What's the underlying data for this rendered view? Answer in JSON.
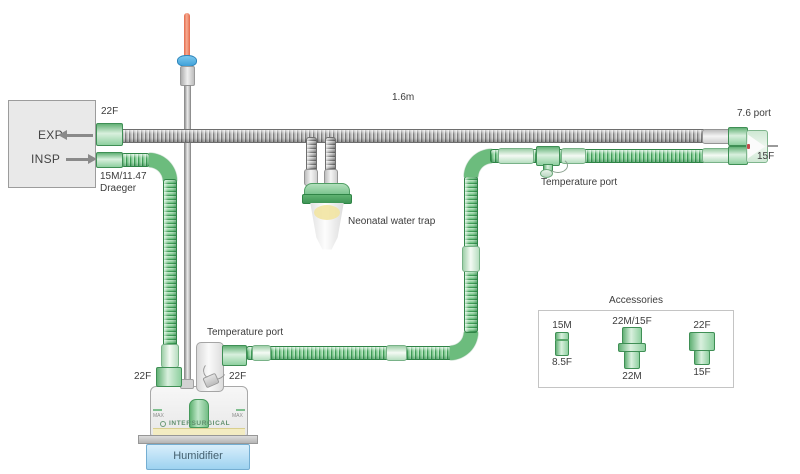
{
  "ventilator": {
    "exp_label": "EXP",
    "insp_label": "INSP",
    "exp_port_size": "22F",
    "insp_spec_line1": "15M/11.47",
    "insp_spec_line2": "Draeger"
  },
  "circuit": {
    "limb_length": "1.6m",
    "water_trap_label": "Neonatal water trap",
    "temp_port_top_label": "Temperature port",
    "temp_port_bottom_label": "Temperature port",
    "wye_port_label": "7.6 port",
    "wye_size_label": "15F"
  },
  "humidifier": {
    "left_port_size": "22F",
    "elbow_port_size": "22F",
    "base_label": "Humidifier",
    "brand": "INTERSURGICAL",
    "max_left": "MAX",
    "max_right": "MAX"
  },
  "accessories": {
    "title": "Accessories",
    "items": [
      {
        "top": "15M",
        "bottom": "8.5F"
      },
      {
        "top": "22M/15F",
        "bottom": "22M"
      },
      {
        "top": "22F",
        "bottom": "15F"
      }
    ]
  },
  "colors": {
    "tube_green": "#6cbc7d",
    "tube_gray": "#a9a9a9",
    "connector_green": "#8fd0a0",
    "humidifier_base_blue": "#9dd2f0",
    "probe_orange": "#e8694a",
    "probe_clamp_blue": "#4fb0e2"
  }
}
